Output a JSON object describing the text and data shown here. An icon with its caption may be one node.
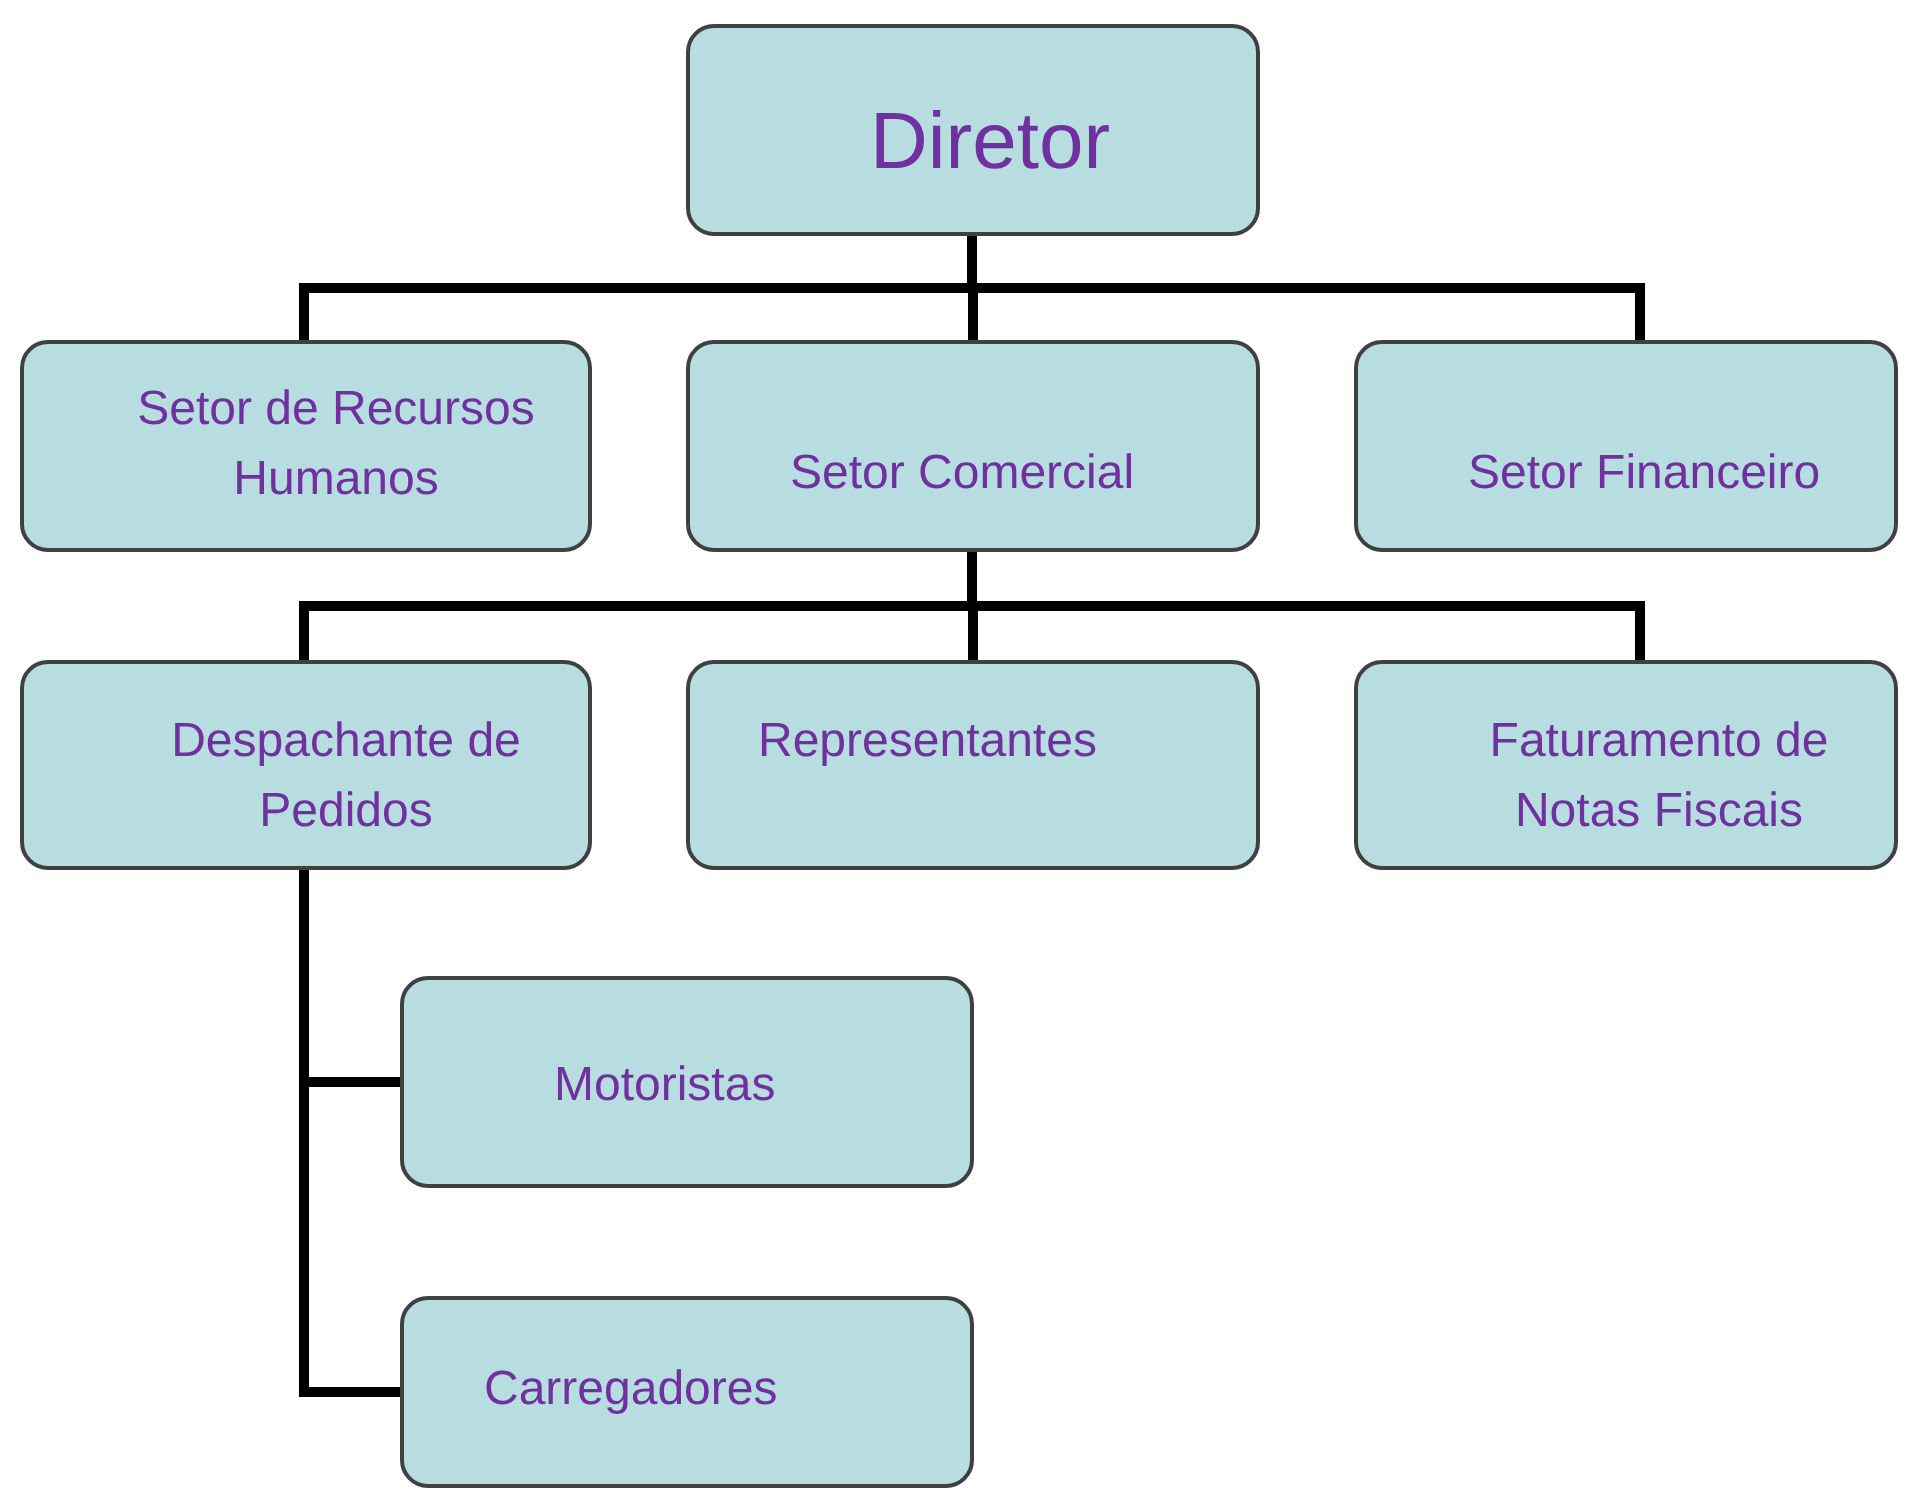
{
  "diagram": {
    "nodes": [
      {
        "text": [
          "Diretor"
        ]
      },
      {
        "text": [
          "Setor de Recursos Humanos"
        ]
      },
      {
        "text": [
          "Setor Comercial"
        ]
      },
      {
        "text": [
          "Setor Financeiro"
        ]
      },
      {
        "text": [
          "Despachante de Pedidos"
        ]
      },
      {
        "text": [
          "Representantes"
        ]
      },
      {
        "text": [
          "Faturamento de Notas Fiscais"
        ]
      },
      {
        "text": [
          "Motoristas"
        ]
      },
      {
        "text": [
          "Carregadores"
        ]
      }
    ],
    "edges": [
      {
        "from": 0,
        "to": 1,
        "arrow": "none"
      },
      {
        "from": 0,
        "to": 2,
        "arrow": "none"
      },
      {
        "from": 0,
        "to": 3,
        "arrow": "none"
      },
      {
        "from": 2,
        "to": 4,
        "arrow": "none"
      },
      {
        "from": 2,
        "to": 5,
        "arrow": "none"
      },
      {
        "from": 2,
        "to": 6,
        "arrow": "none"
      },
      {
        "from": 4,
        "to": 7,
        "arrow": "none"
      },
      {
        "from": 4,
        "to": 8,
        "arrow": "none"
      }
    ]
  }
}
